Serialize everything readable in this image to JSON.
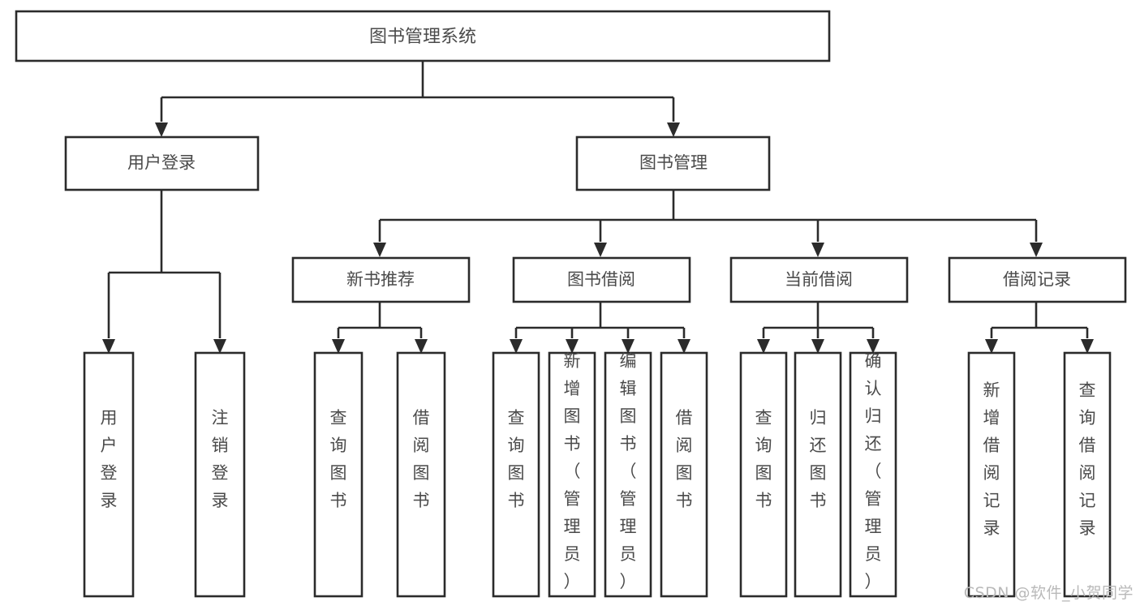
{
  "diagram": {
    "title": "图书管理系统",
    "type": "tree-hierarchy-chart",
    "background_color": "#ffffff",
    "box_stroke_color": "#2b2b2b",
    "label_color": "#4a4a4a",
    "levels": {
      "level_1": "根节点",
      "level_2": "主功能模块",
      "level_3": "子功能模块",
      "level_4": "操作项"
    },
    "nodes": {
      "root": {
        "label": "图书管理系统",
        "orientation": "horizontal"
      },
      "l2": [
        {
          "id": "user-login",
          "label": "用户登录",
          "orientation": "horizontal"
        },
        {
          "id": "book-manage",
          "label": "图书管理",
          "orientation": "horizontal"
        }
      ],
      "l3": [
        {
          "id": "new-book-recommend",
          "label": "新书推荐",
          "orientation": "horizontal"
        },
        {
          "id": "book-borrow",
          "label": "图书借阅",
          "orientation": "horizontal"
        },
        {
          "id": "current-borrow",
          "label": "当前借阅",
          "orientation": "horizontal"
        },
        {
          "id": "borrow-record",
          "label": "借阅记录",
          "orientation": "horizontal"
        }
      ],
      "leaves": {
        "user-login": [
          {
            "id": "leaf-user-login",
            "label": "用户登录",
            "orientation": "vertical"
          },
          {
            "id": "leaf-logout-login",
            "label": "注销登录",
            "orientation": "vertical"
          }
        ],
        "new-book-recommend": [
          {
            "id": "leaf-query-book-1",
            "label": "查询图书",
            "orientation": "vertical"
          },
          {
            "id": "leaf-borrow-book-1",
            "label": "借阅图书",
            "orientation": "vertical"
          }
        ],
        "book-borrow": [
          {
            "id": "leaf-query-book-2",
            "label": "查询图书",
            "orientation": "vertical"
          },
          {
            "id": "leaf-add-book",
            "label": "新增图书（管理员）",
            "orientation": "vertical"
          },
          {
            "id": "leaf-edit-book",
            "label": "编辑图书（管理员）",
            "orientation": "vertical"
          },
          {
            "id": "leaf-borrow-book-2",
            "label": "借阅图书",
            "orientation": "vertical"
          }
        ],
        "current-borrow": [
          {
            "id": "leaf-query-book-3",
            "label": "查询图书",
            "orientation": "vertical"
          },
          {
            "id": "leaf-return-book",
            "label": "归还图书",
            "orientation": "vertical"
          },
          {
            "id": "leaf-confirm-return",
            "label": "确认归还（管理员）",
            "orientation": "vertical"
          }
        ],
        "borrow-record": [
          {
            "id": "leaf-add-record",
            "label": "新增借阅记录",
            "orientation": "vertical"
          },
          {
            "id": "leaf-query-record",
            "label": "查询借阅记录",
            "orientation": "vertical"
          }
        ]
      }
    }
  },
  "watermark": {
    "text": "CSDN @软件_小贺同学",
    "color": "#b9b9b9"
  }
}
